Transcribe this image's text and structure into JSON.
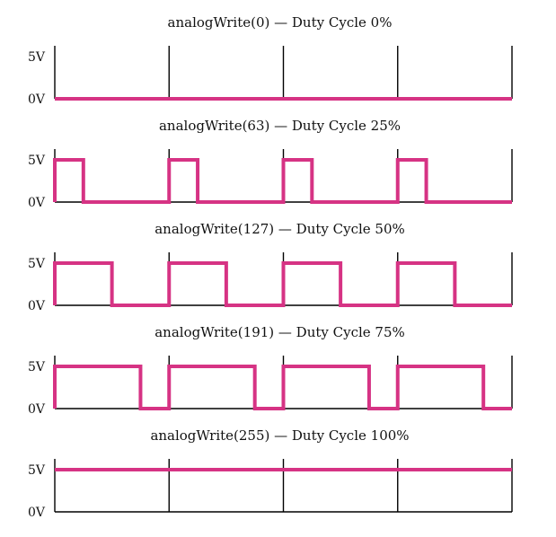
{
  "colors": {
    "signal": "#d63384",
    "axis": "#000000",
    "text": "#111111",
    "background": "#ffffff"
  },
  "axis_labels": {
    "high": "5V",
    "low": "0V"
  },
  "panels": [
    {
      "title": "analogWrite(0)  —  Duty Cycle  0%",
      "value": 0,
      "duty_cycle": 0
    },
    {
      "title": "analogWrite(63)  —  Duty Cycle  25%",
      "value": 63,
      "duty_cycle": 0.25
    },
    {
      "title": "analogWrite(127)  —  Duty Cycle  50%",
      "value": 127,
      "duty_cycle": 0.5
    },
    {
      "title": "analogWrite(191)  —  Duty Cycle  75%",
      "value": 191,
      "duty_cycle": 0.75
    },
    {
      "title": "analogWrite(255)  —  Duty Cycle  100%",
      "value": 255,
      "duty_cycle": 1
    }
  ],
  "periods_per_panel": 4
}
